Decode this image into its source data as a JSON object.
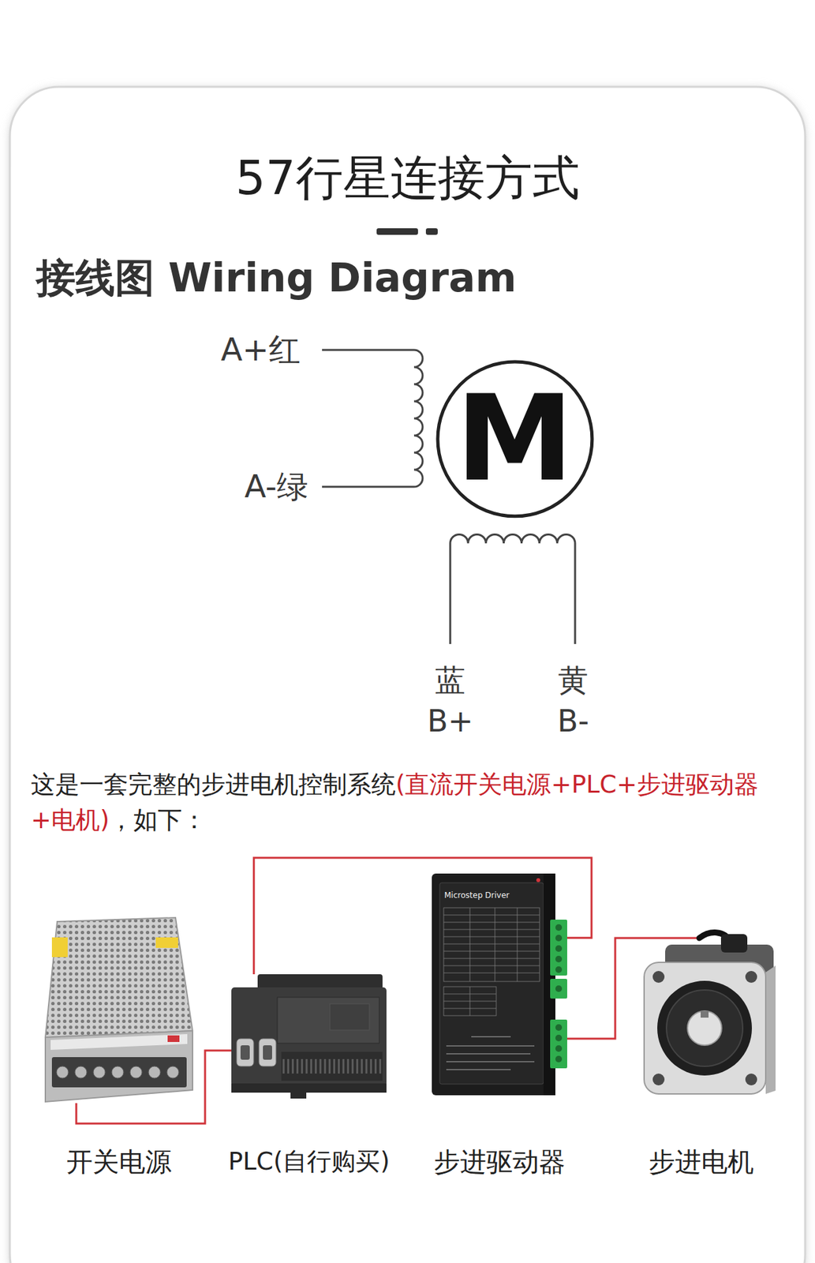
{
  "diagram": {
    "title": "57行星连接方式",
    "nodes": [
      {
        "text": [
          "M"
        ]
      },
      {
        "text": [
          "开关电源"
        ]
      },
      {
        "text": [
          "PLC(自行购买)"
        ]
      },
      {
        "text": [
          "步进驱动器"
        ]
      },
      {
        "text": [
          "步进电机"
        ]
      }
    ],
    "edges": [
      {
        "from": 1,
        "to": 2,
        "arrow": "none"
      },
      {
        "from": 2,
        "to": 3,
        "arrow": "none"
      },
      {
        "from": 3,
        "to": 4,
        "arrow": "none"
      }
    ],
    "labels": [
      "接线图 Wiring Diagram",
      "A+红",
      "A-绿",
      "蓝",
      "B+",
      "黄",
      "B-",
      "这是一套完整的步进电机控制系统",
      "(直流开关电源+PLC+步进驱动器+电机)",
      "，如下：",
      "Microstep Driver"
    ]
  }
}
